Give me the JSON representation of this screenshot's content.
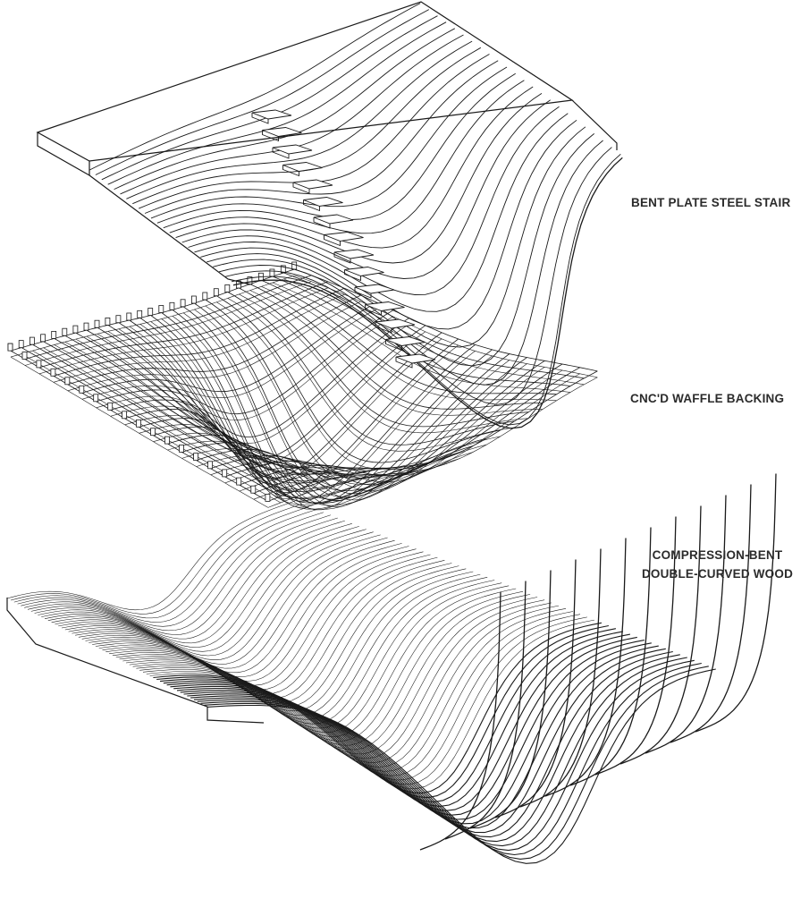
{
  "labels": {
    "stair": "BENT PLATE STEEL STAIR",
    "waffle": "CNC'D WAFFLE BACKING",
    "wood_line1": "COMPRESSION-BENT",
    "wood_line2": "DOUBLE-CURVED WOOD"
  },
  "colors": {
    "line": "#1a1a1a",
    "text": "#2b2b2b",
    "background": "#ffffff"
  }
}
